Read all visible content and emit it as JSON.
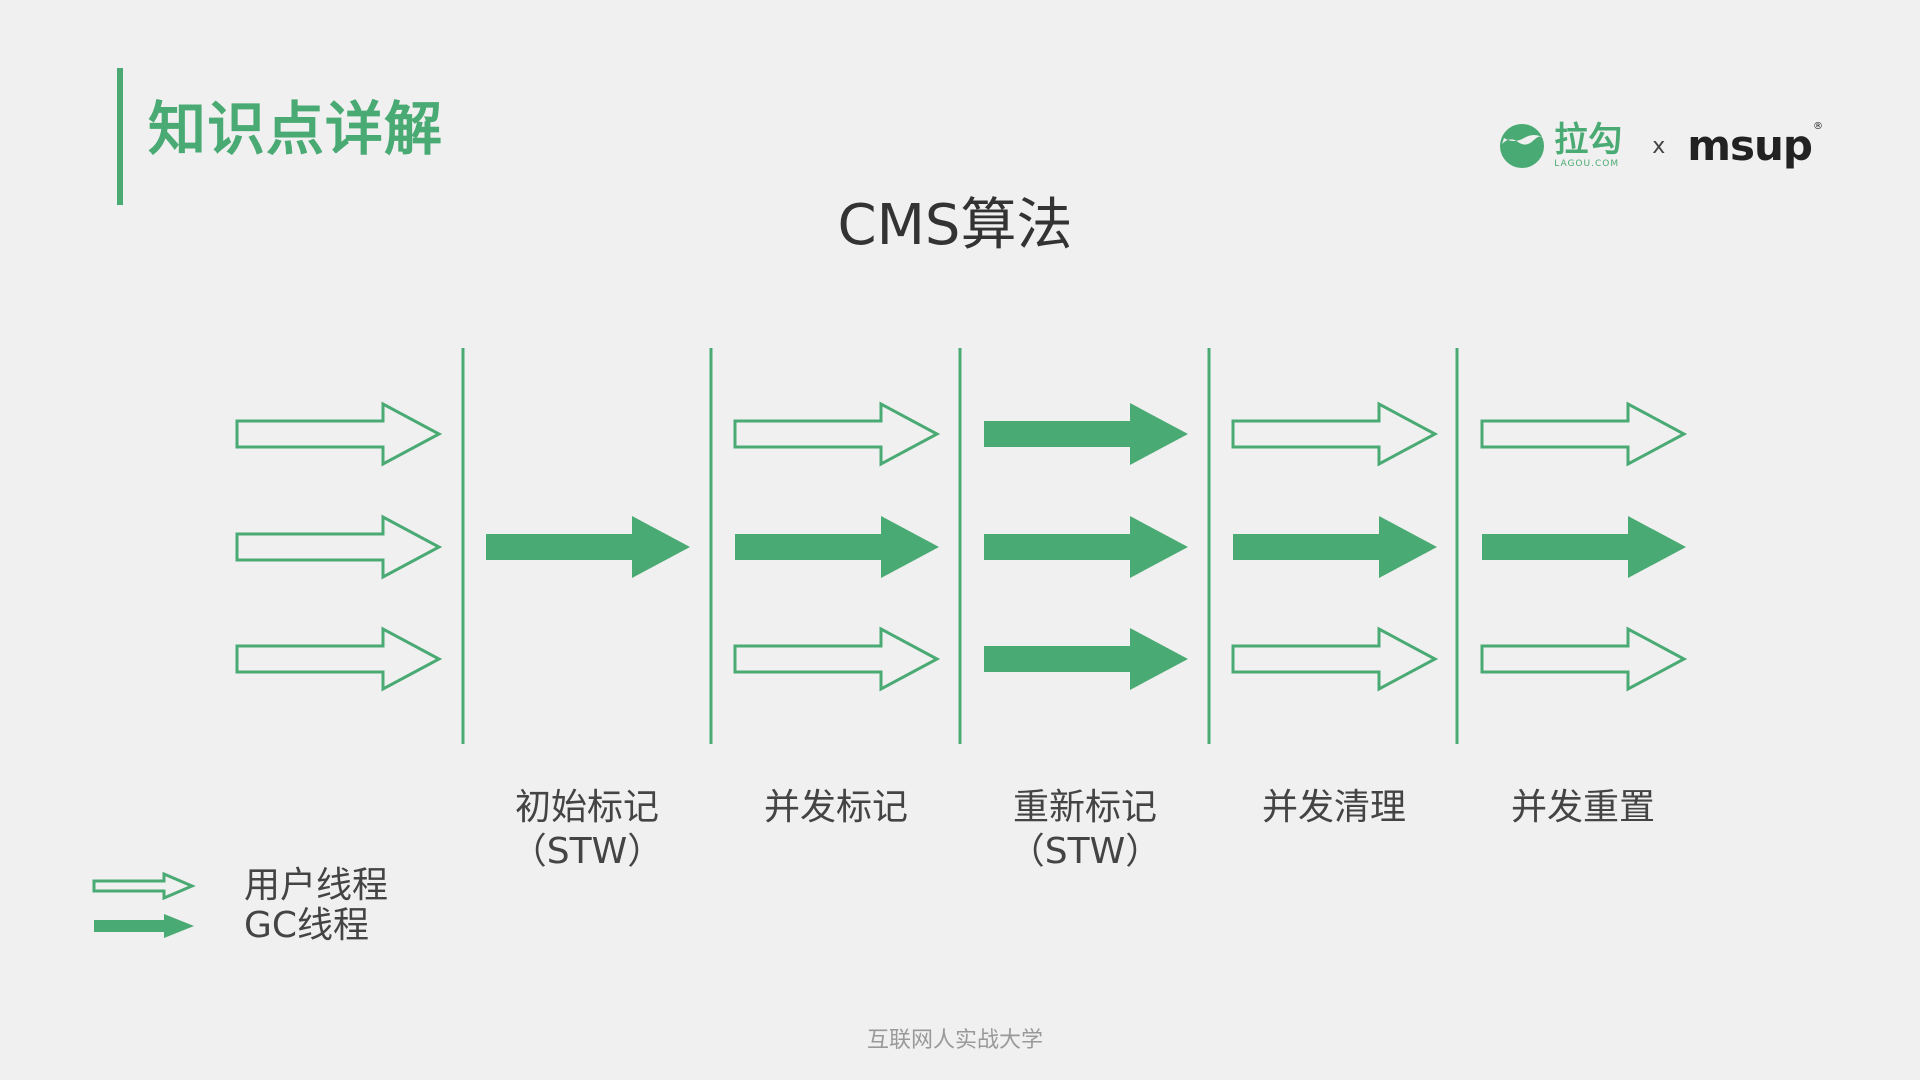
{
  "header": {
    "section_title": "知识点详解",
    "accent_color": "#4aaa73"
  },
  "logos": {
    "lagou_cn": "拉勾",
    "lagou_en": "LAGOU.COM",
    "separator": "x",
    "partner": "msup",
    "partner_mark": "®"
  },
  "diagram": {
    "title": "CMS算法",
    "arrow_color": "#4aaa73",
    "columns": [
      {
        "label_line1": "",
        "label_line2": "",
        "rows": [
          "user",
          "user",
          "user"
        ]
      },
      {
        "label_line1": "初始标记",
        "label_line2": "（STW）",
        "rows": [
          "none",
          "gc",
          "none"
        ]
      },
      {
        "label_line1": "并发标记",
        "label_line2": "",
        "rows": [
          "user",
          "gc",
          "user"
        ]
      },
      {
        "label_line1": "重新标记",
        "label_line2": "（STW）",
        "rows": [
          "gc",
          "gc",
          "gc"
        ]
      },
      {
        "label_line1": "并发清理",
        "label_line2": "",
        "rows": [
          "user",
          "gc",
          "user"
        ]
      },
      {
        "label_line1": "并发重置",
        "label_line2": "",
        "rows": [
          "user",
          "gc",
          "user"
        ]
      }
    ]
  },
  "legend": {
    "user_thread": "用户线程",
    "gc_thread": "GC线程"
  },
  "footer": {
    "text": "互联网人实战大学"
  }
}
